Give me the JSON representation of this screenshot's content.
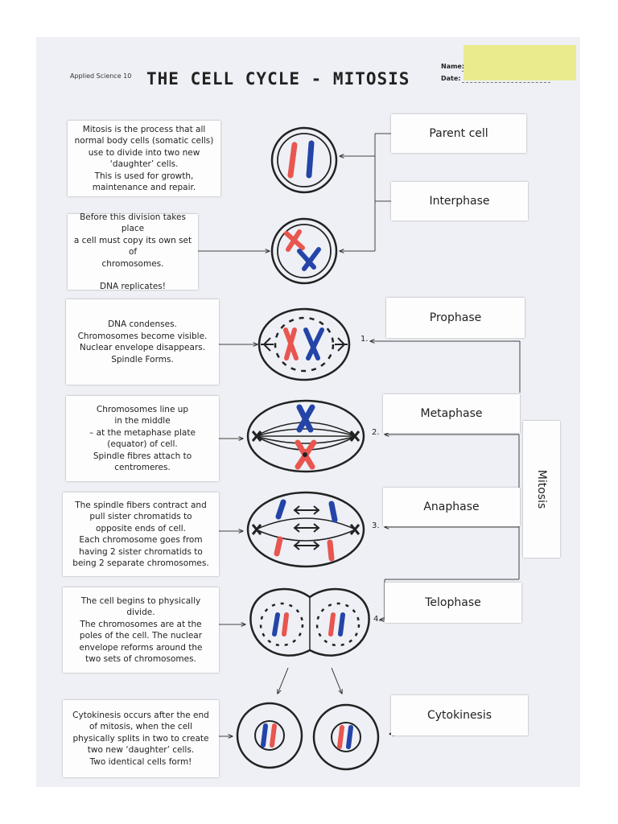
{
  "header": {
    "course": "Applied Science 10",
    "title": "THE CELL CYCLE - MITOSIS",
    "name_label": "Name:",
    "date_label": "Date:"
  },
  "descriptions": {
    "parent": [
      "Mitosis is the process that all",
      "normal body cells (somatic cells)",
      "use to divide into two new",
      "‘daughter’ cells.",
      "This is used for growth,",
      "maintenance and repair."
    ],
    "interphase": [
      "Before this division takes place",
      "a cell must copy its own set of",
      "chromosomes.",
      "",
      "DNA replicates!"
    ],
    "prophase": [
      "DNA condenses.",
      "Chromosomes become visible.",
      "Nuclear envelope disappears.",
      "Spindle Forms."
    ],
    "metaphase": [
      "Chromosomes line up",
      "in the middle",
      "– at the metaphase plate",
      "(equator) of cell.",
      "Spindle fibres attach to",
      "centromeres."
    ],
    "anaphase": [
      "The spindle fibers contract and",
      "pull sister chromatids to",
      "opposite ends of cell.",
      "Each chromosome goes from",
      "having 2 sister chromatids to",
      "being 2 separate chromosomes."
    ],
    "telophase": [
      "The cell begins to physically",
      "divide.",
      "The chromosomes are at the",
      "poles of the cell. The nuclear",
      "envelope reforms around the",
      "two sets of chromosomes."
    ],
    "cytokinesis": [
      "Cytokinesis occurs after the end",
      "of mitosis, when the cell",
      "physically splits in two to create",
      "two new ‘daughter’ cells.",
      "Two identical cells form!"
    ]
  },
  "labels": {
    "parent_cell": "Parent cell",
    "interphase": "Interphase",
    "prophase": "Prophase",
    "metaphase": "Metaphase",
    "anaphase": "Anaphase",
    "telophase": "Telophase",
    "cytokinesis": "Cytokinesis",
    "mitosis": "Mitosis"
  },
  "numbers": {
    "n1": "1.",
    "n2": "2.",
    "n3": "3.",
    "n4": "4."
  },
  "colors": {
    "red": "#e8564f",
    "blue": "#2444a8",
    "ink": "#222222",
    "sticky": "#eaeb8d"
  }
}
